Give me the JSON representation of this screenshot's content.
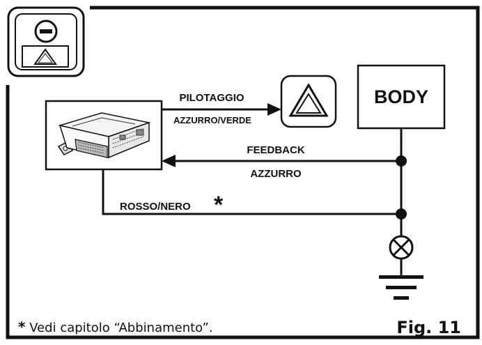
{
  "labels": {
    "pilotaggio": "PILOTAGGIO",
    "azzurro_verde": "AZZURRO/VERDE",
    "feedback": "FEEDBACK",
    "azzurro": "AZZURRO",
    "rosso_nero": "ROSSO/NERO",
    "asterisk": "*",
    "body": "BODY"
  },
  "footnote": {
    "star": "*",
    "text": " Vedi capitolo “Abbinamento”."
  },
  "figure": {
    "label": "Fig. 11"
  }
}
